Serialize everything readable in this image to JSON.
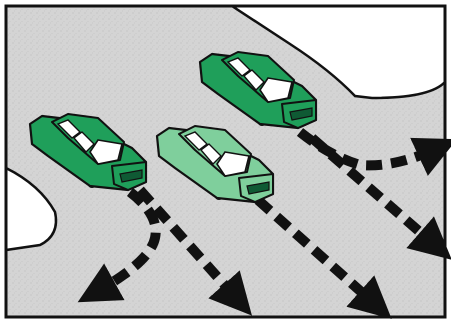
{
  "scene": {
    "kind": "road-illustration",
    "colors": {
      "road": "#d4d4d4",
      "road_speckle": "#bdbdbd",
      "curb_white": "#ffffff",
      "outline": "#111111",
      "car_dark_green": "#1f9f5a",
      "car_light_green": "#7fcf9c",
      "window": "#ffffff",
      "arrow": "#111111"
    },
    "cars": [
      {
        "id": "left-car",
        "color_role": "car_dark_green"
      },
      {
        "id": "middle-car",
        "color_role": "car_light_green"
      },
      {
        "id": "right-car",
        "color_role": "car_dark_green"
      }
    ],
    "paths": [
      {
        "car": "left-car",
        "directions": [
          "left",
          "straight"
        ]
      },
      {
        "car": "middle-car",
        "directions": [
          "straight"
        ]
      },
      {
        "car": "right-car",
        "directions": [
          "right",
          "straight"
        ]
      }
    ]
  }
}
